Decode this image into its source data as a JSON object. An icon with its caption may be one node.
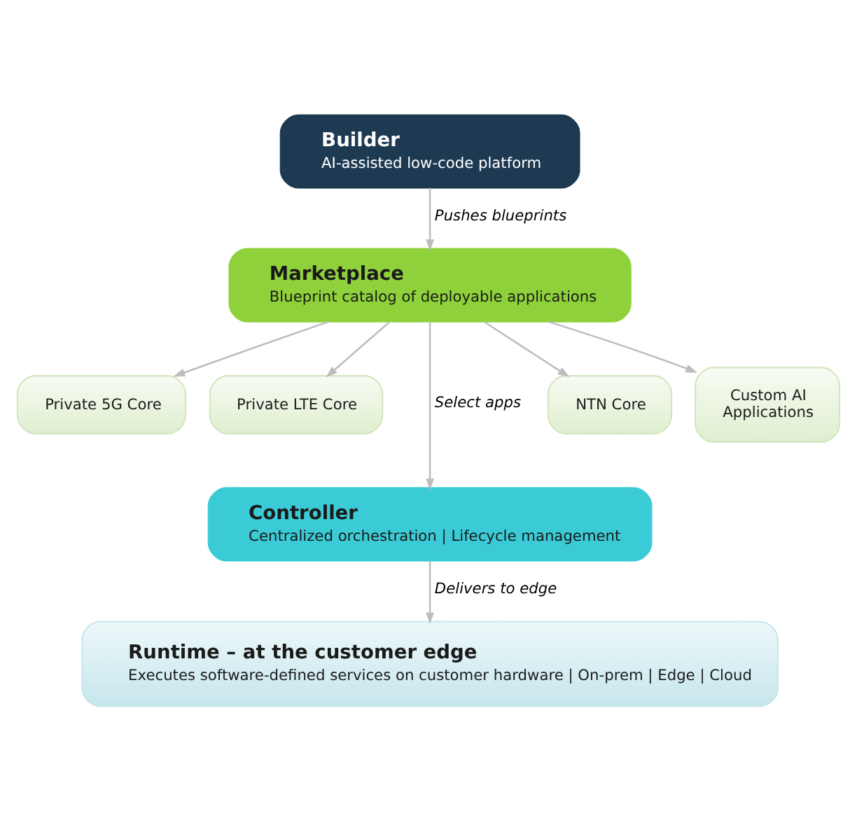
{
  "diagram": {
    "nodes": [
      {
        "text": [
          "Builder",
          "AI-assisted low-code platform"
        ]
      },
      {
        "text": [
          "Marketplace",
          "Blueprint catalog of deployable applications"
        ]
      },
      {
        "text": [
          "Private 5G Core"
        ]
      },
      {
        "text": [
          "Private LTE Core"
        ]
      },
      {
        "text": [
          "NTN Core"
        ]
      },
      {
        "text": [
          "Custom AI Applications"
        ]
      },
      {
        "text": [
          "Controller",
          "Centralized orchestration | Lifecycle management"
        ]
      },
      {
        "text": [
          "Runtime – at the customer edge",
          "Executes software-defined services on customer hardware | On-prem | Edge | Cloud"
        ]
      }
    ],
    "edges": [
      {
        "from": 0,
        "to": 1,
        "arrow": "to",
        "label": "Pushes blueprints"
      },
      {
        "from": 1,
        "to": 2,
        "arrow": "to"
      },
      {
        "from": 1,
        "to": 3,
        "arrow": "to"
      },
      {
        "from": 1,
        "to": 6,
        "arrow": "to",
        "label": "Select apps"
      },
      {
        "from": 1,
        "to": 4,
        "arrow": "to"
      },
      {
        "from": 1,
        "to": 5,
        "arrow": "to"
      },
      {
        "from": 6,
        "to": 7,
        "arrow": "to",
        "label": "Delivers to edge"
      }
    ]
  }
}
